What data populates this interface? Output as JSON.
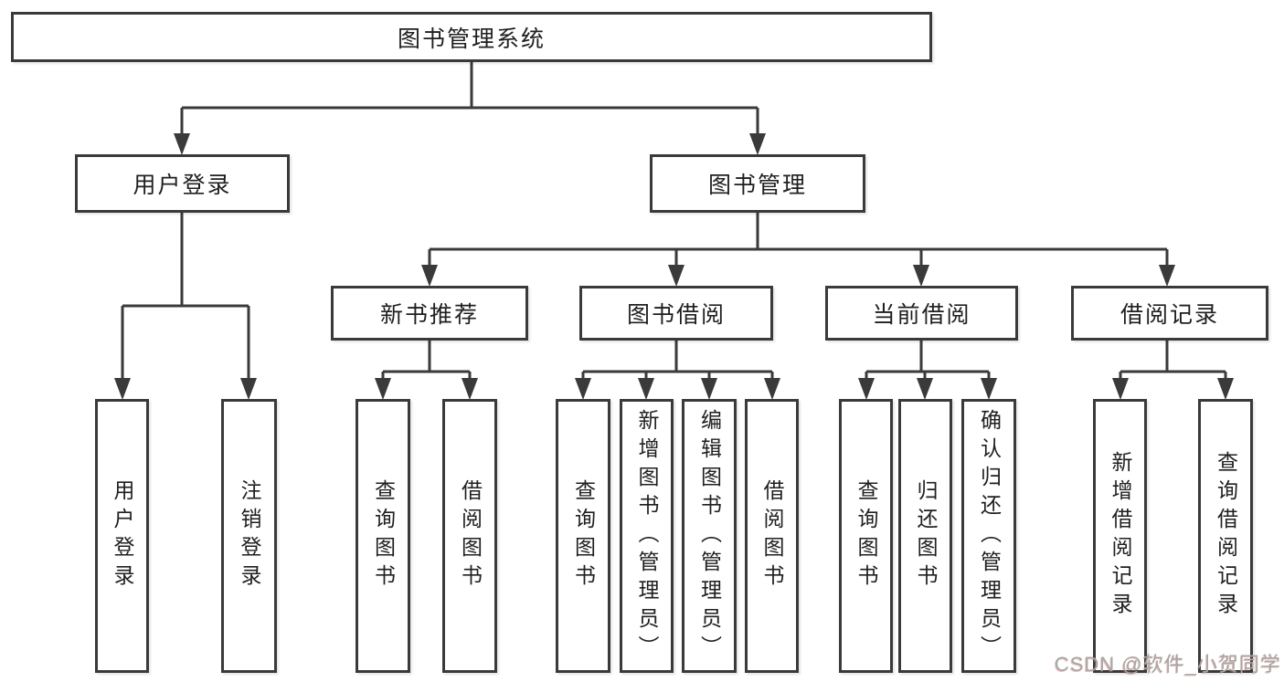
{
  "diagram": {
    "root": "图书管理系统",
    "branches": [
      {
        "label": "用户登录",
        "children": [
          "用户登录",
          "注销登录"
        ]
      },
      {
        "label": "图书管理",
        "sub": [
          {
            "label": "新书推荐",
            "children": [
              "查询图书",
              "借阅图书"
            ]
          },
          {
            "label": "图书借阅",
            "children": [
              "查询图书",
              "新增图书（管理员）",
              "编辑图书（管理员）",
              "借阅图书"
            ]
          },
          {
            "label": "当前借阅",
            "children": [
              "查询图书",
              "归还图书",
              "确认归还（管理员）"
            ]
          },
          {
            "label": "借阅记录",
            "children": [
              "新增借阅记录",
              "查询借阅记录"
            ]
          }
        ]
      }
    ]
  },
  "watermark": "CSDN @软件_小贺同学",
  "colors": {
    "line": "#3a3a3a",
    "text": "#1f1f1f",
    "watermark": "#a6a6a6",
    "background": "#ffffff"
  }
}
